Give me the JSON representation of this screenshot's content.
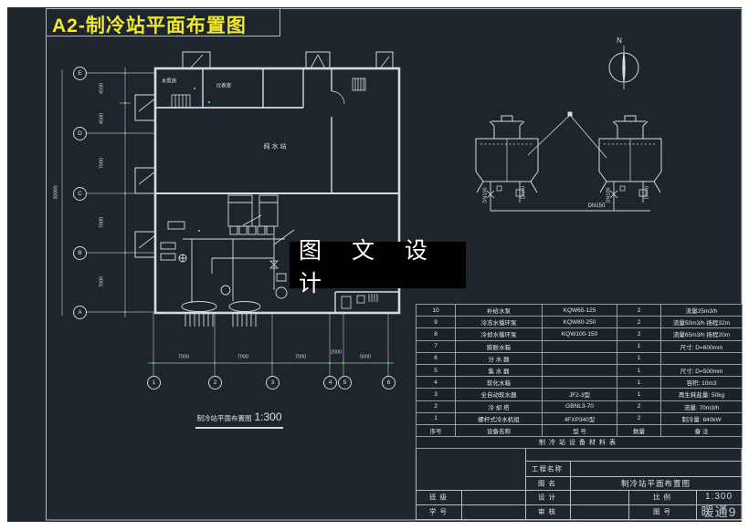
{
  "page": {
    "title": "A2-制冷站平面布置图"
  },
  "colors": {
    "background": "#1e252d",
    "line": "#d6dbdf",
    "title_yellow": "#f0e82a",
    "accent_green": "#33e13a",
    "watermark_bg": "#000000"
  },
  "plan": {
    "caption_name": "制冷站平面布置图",
    "caption_scale": "1:300",
    "room_labels": {
      "pure_water_station": "纯水站",
      "instrument_room": "仪表室",
      "pump_room": "水泵房"
    },
    "grid_rows": [
      "E",
      "D",
      "C",
      "B",
      "A"
    ],
    "grid_cols": [
      "1",
      "2",
      "3",
      "4",
      "5",
      "6"
    ],
    "dims_left": [
      "4500",
      "4500",
      "7000",
      "7000",
      "7000"
    ],
    "dims_left_overall": "30000",
    "dims_bottom": [
      "7000",
      "7000",
      "7000",
      "2000",
      "5000"
    ]
  },
  "detail": {
    "north_label": "N",
    "tower1_pipe1": "DN100",
    "tower1_pipe2": "DN40",
    "tower2_pipe1": "DN100",
    "tower2_pipe2": "DN40",
    "main_pipe": "DN150"
  },
  "watermark": {
    "text": "图 文 设 计"
  },
  "equipment_table": {
    "caption": "制冷站设备材料表",
    "headers": [
      "序号",
      "设备名称",
      "型 号",
      "数量",
      "备 注"
    ],
    "rows": [
      [
        "10",
        "补给水泵",
        "KQW65-125",
        "2",
        "流量25m3/h"
      ],
      [
        "9",
        "冷冻水循环泵",
        "KQW80-250",
        "2",
        "流量50m3/h 扬程32m"
      ],
      [
        "8",
        "冷却水循环泵",
        "KQW100-150",
        "2",
        "流量65m3/h 扬程20m"
      ],
      [
        "7",
        "膨胀水箱",
        "",
        "1",
        "尺寸: D=600mm"
      ],
      [
        "6",
        "分 水 器",
        "",
        "1",
        ""
      ],
      [
        "5",
        "集 水 器",
        "",
        "1",
        "尺寸: D=500mm"
      ],
      [
        "4",
        "软化水箱",
        "",
        "1",
        "容积: 10m3"
      ],
      [
        "3",
        "全自动软水器",
        "JF2-3型",
        "1",
        "再生耗盐量: 50kg"
      ],
      [
        "2",
        "冷 却 塔",
        "GBNL3-70",
        "2",
        "流量: 70m3/h"
      ],
      [
        "1",
        "螺杆式冷水机组",
        "4FXP340型",
        "2",
        "制冷量: 840kW"
      ]
    ]
  },
  "title_block": {
    "project_label": "工程名称",
    "project_value": "",
    "drawing_label": "图  名",
    "drawing_value": "制冷站平面布置图",
    "class_label": "班  级",
    "class_value": "",
    "design_label": "设  计",
    "design_value": "",
    "scale_label": "比  例",
    "scale_value": "1:300",
    "student_label": "学  号",
    "student_value": "",
    "review_label": "审  核",
    "review_value": "",
    "number_label": "图  号",
    "number_value": "暖通9"
  }
}
